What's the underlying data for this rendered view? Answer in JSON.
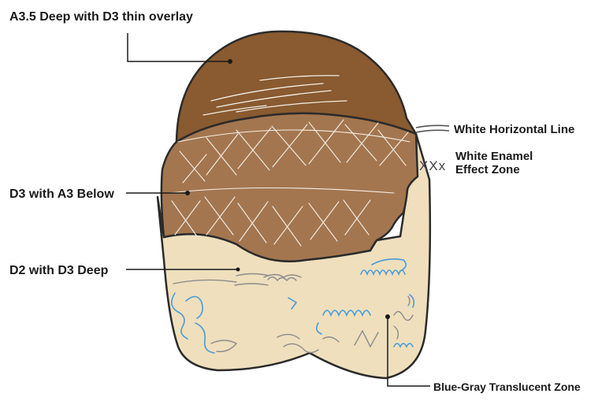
{
  "diagram": {
    "labels": {
      "top_layer": "A3.5 Deep with D3 thin overlay",
      "middle_layer": "D3 with A3 Below",
      "bottom_layer": "D2 with D3 Deep",
      "white_line": "White Horizontal Line",
      "enamel_line1": "White Enamel",
      "enamel_line2": "Effect Zone",
      "translucent": "Blue-Gray Translucent Zone"
    },
    "legend_symbols": {
      "enamel": "XXx"
    },
    "colors": {
      "top_layer": "#8a5a30",
      "middle_layer": "#a4764f",
      "bottom_layer": "#efdfbd",
      "outline": "#2b2b2b",
      "translucent_marks": "#4a9bd8",
      "gray_marks": "#8c8c8c",
      "white_marks": "#f2eee6"
    }
  }
}
